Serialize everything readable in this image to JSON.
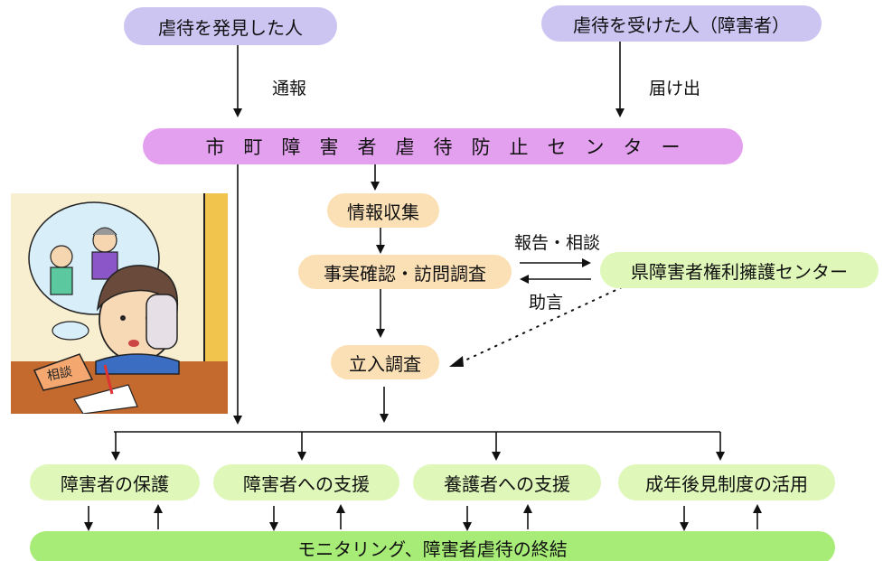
{
  "sources": {
    "discoverer": "虐待を発見した人",
    "victim": "虐待を受けた人（障害者）"
  },
  "edges": {
    "report": "通報",
    "notify": "届け出",
    "report_consult": "報告・相談",
    "advice": "助言"
  },
  "center": "市町障害者虐待防止センター",
  "steps": {
    "info": "情報収集",
    "confirm": "事実確認・訪問調査",
    "inspection": "立入調査"
  },
  "prefecture_center": "県障害者権利擁護センター",
  "outcomes": [
    "障害者の保護",
    "障害者への支援",
    "養護者への支援",
    "成年後見制度の活用"
  ],
  "final": "モニタリング、障害者虐待の終結",
  "illustration": {
    "sign": "相談"
  }
}
